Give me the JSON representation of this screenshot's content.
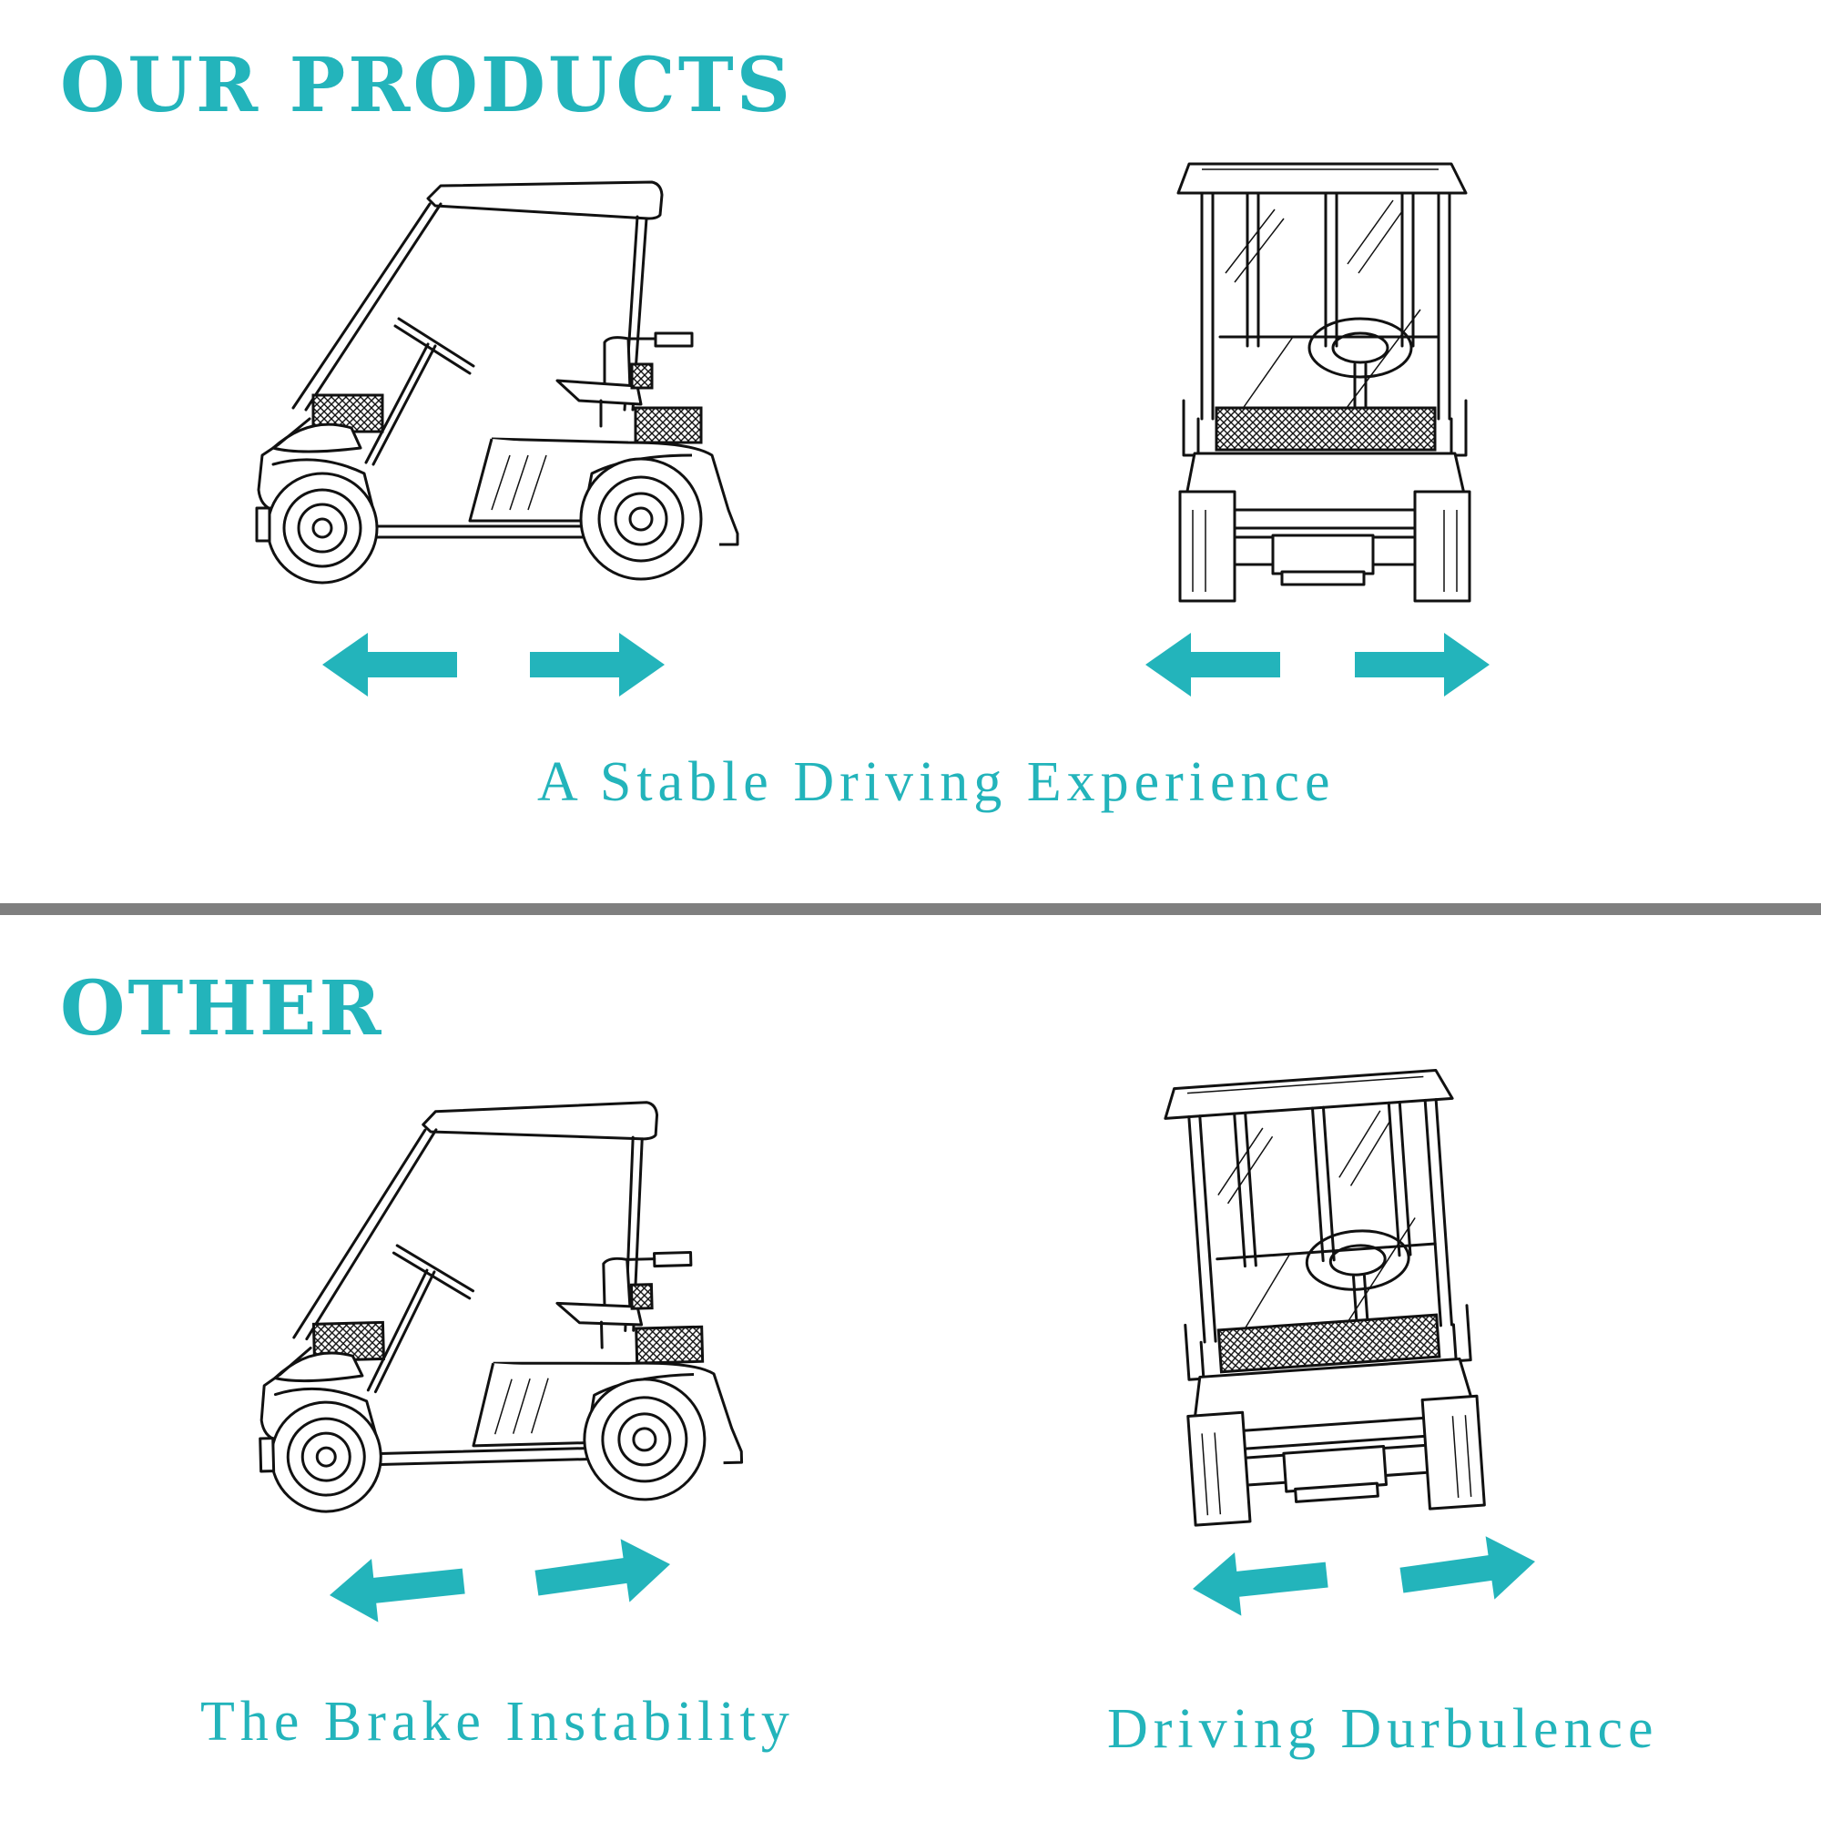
{
  "sections": {
    "ours": {
      "heading": "OUR PRODUCTS",
      "caption": "A Stable Driving Experience"
    },
    "other": {
      "heading": "OTHER",
      "caption_side": "The Brake Instability",
      "caption_rear": "Driving Durbulence"
    }
  },
  "colors": {
    "accent": "#23b4bb",
    "divider": "#7f7f7f",
    "line_art": "#111111",
    "background": "#ffffff"
  },
  "icons": [
    "golf-cart-side-illustration",
    "golf-cart-rear-illustration",
    "arrow-left-icon",
    "arrow-right-icon"
  ]
}
